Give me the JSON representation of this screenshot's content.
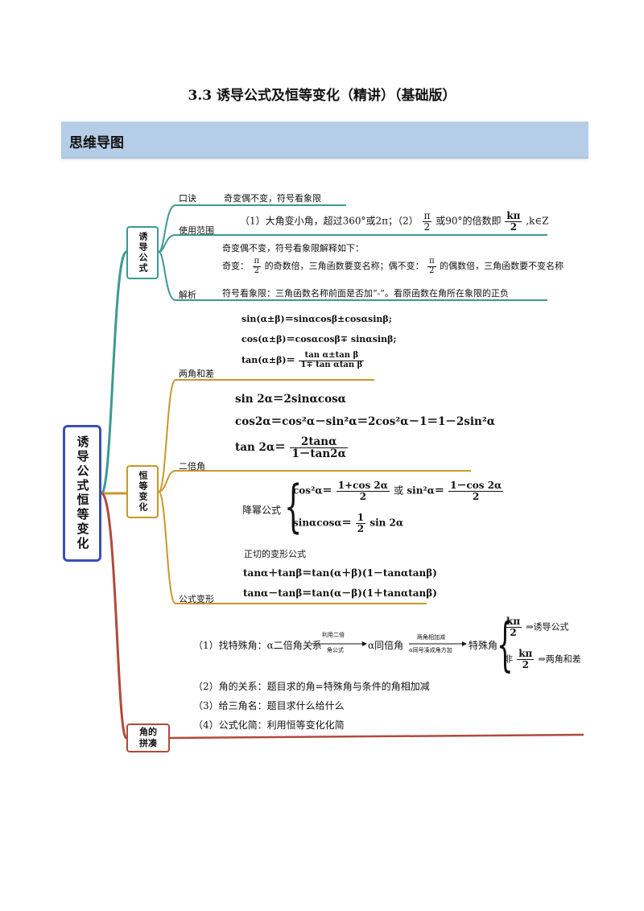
{
  "header": {
    "doc_title": "3.3  诱导公式及恒等变化（精讲）（基础版）",
    "section": "思维导图"
  },
  "root": {
    "label": "诱导公式恒等变化"
  },
  "branch1": {
    "label": "诱导公式",
    "sub_koujue": "口诀",
    "koujue_text": "奇变偶不变，符号看象限",
    "sub_range": "使用范围",
    "range_text1": "（1）大角变小角，超过360°或2π；（2）",
    "range_pi": "π",
    "range_two": "2",
    "range_text2": "或90°的倍数即",
    "range_kpi": "kπ",
    "range_two_b": "2",
    "range_text3": ",k∈Z",
    "sub_jiexi": "解析",
    "jiexi_line1": "奇变偶不变，符号看象限解释如下：",
    "jiexi_line2a": "奇变：",
    "jiexi_pi": "π",
    "jiexi_two": "2",
    "jiexi_line2b": "的奇数倍，三角函数要变名称；偶不变：",
    "jiexi_pi_b": "π",
    "jiexi_two_b": "2",
    "jiexi_line2c": "的偶数倍，三角函数要不变名称",
    "jiexi_line3": "符号看象限：三角函数名称前面是否加“-”。看原函数在角所在象限的正负"
  },
  "branch2": {
    "label": "恒等变化",
    "sub_sum": "两角和差",
    "sin_sum": "sin(α±β)＝sinαcosβ±cosαsinβ;",
    "cos_sum": "cos(α±β)＝cosαcosβ∓ sinαsinβ;",
    "tan_sum_lhs": "tan(α±β)＝",
    "tan_sum_num": "tan α±tan β",
    "tan_sum_den": "1∓ tan αtan β",
    "sub_double": "二倍角",
    "sin2": "sin 2α＝2sinαcosα",
    "cos2": "cos2α＝cos²α－sin²α＝2cos²α－1＝1－2sin²α",
    "tan2_lhs": "tan  2α＝",
    "tan2_num": "2tanα",
    "tan2_den": "1－tan2α",
    "jiangmi_label": "降幂公式",
    "jm_cos_lhs": "cos²α＝",
    "jm_cos_num": "1+cos 2α",
    "jm_cos_den": "2",
    "jm_or": "或",
    "jm_sin_lhs": "sin²α＝",
    "jm_sin_num": "1－cos 2α",
    "jm_sin_den": "2",
    "jm_sc_lhs": "sinαcosα＝",
    "jm_sc_num": "1",
    "jm_sc_den": "2",
    "jm_sc_rhs": "sin 2α",
    "tan_transform_title": "正切的变形公式",
    "tan_plus": "tanα＋tanβ＝tan(α＋β)(1－tanαtanβ)",
    "tan_minus": "tanα－tanβ＝tan(α－β)(1＋tanαtanβ)",
    "sub_transform": "公式变形"
  },
  "branch3": {
    "label": "角的拼凑",
    "step1_prefix": "（1）找特殊角：α二倍角关系",
    "arrow1_top": "利用二倍",
    "arrow1_bottom": "角公式",
    "step1_mid": "α同倍角",
    "arrow2_top": "两角相加减",
    "arrow2_bottom": "α同号凑成角方加",
    "step1_suffix": "特殊角",
    "case1_num": "kπ",
    "case1_den": "2",
    "case1_text": "⇒诱导公式",
    "case2_prefix": "非",
    "case2_num": "kπ",
    "case2_den": "2",
    "case2_text": "⇒两角和差",
    "step2": "（2）角的关系：题目求的角=特殊角与条件的角相加减",
    "step3": "（3）给三角名：题目求什么给什么",
    "step4": "（4）公式化简：利用恒等变化化简"
  },
  "colors": {
    "teal": "#3b9a92",
    "gold": "#c9972b",
    "red": "#b04a3c",
    "root_border": "#3a4fb8",
    "section_bg": "#b5cde6"
  }
}
